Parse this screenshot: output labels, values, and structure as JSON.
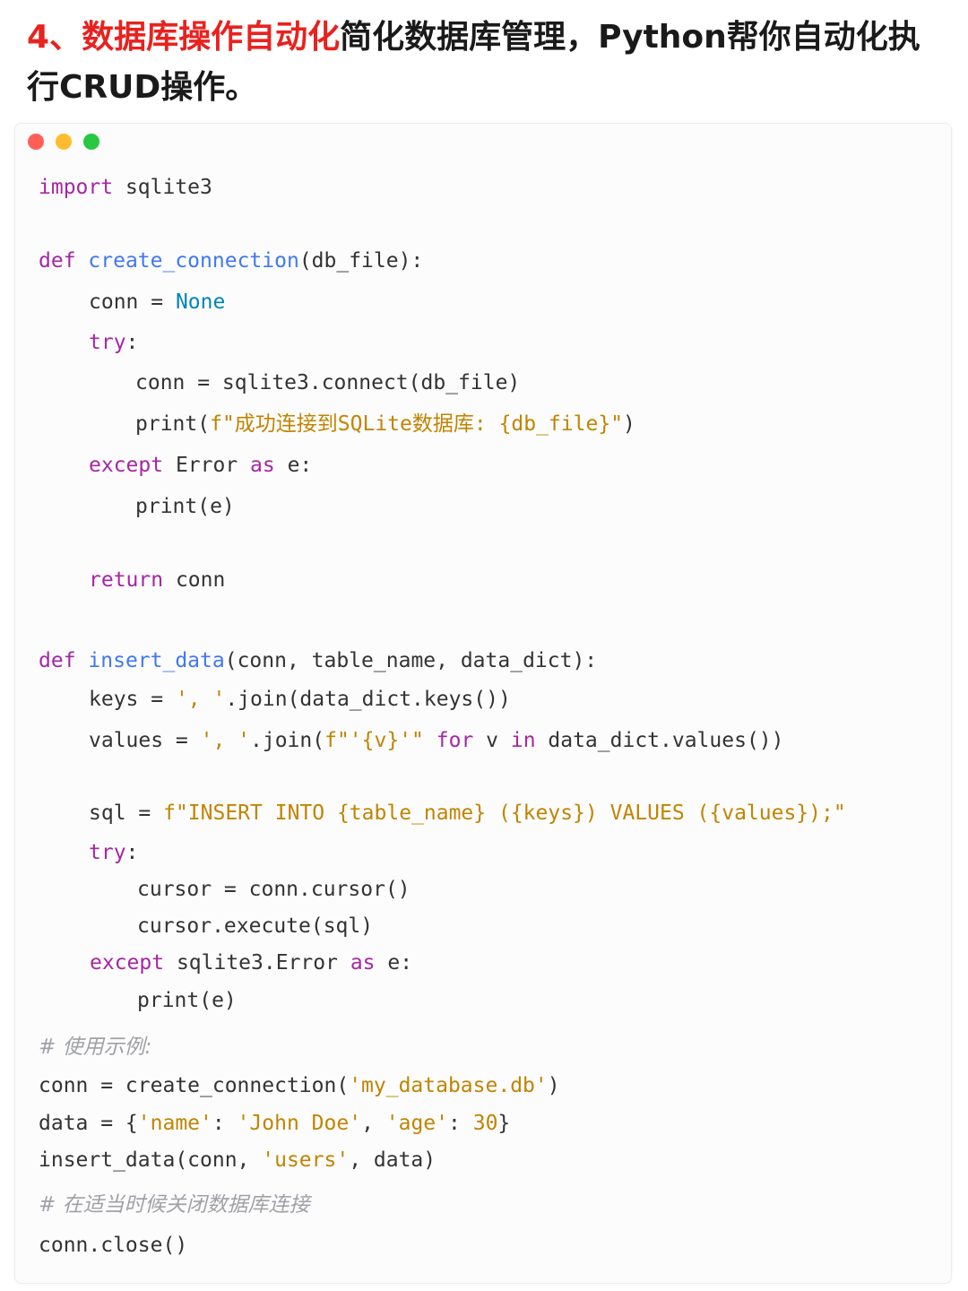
{
  "heading": {
    "number": "4、",
    "highlight": "数据库操作自动化",
    "rest": "简化数据库管理，Python帮你自动化执行CRUD操作。"
  },
  "colors": {
    "heading_highlight": "#e8221f",
    "keyword": "#a626a4",
    "function": "#4078f2",
    "builtin": "#0184bc",
    "string": "#c18401",
    "comment": "#a0a1a7",
    "text": "#333333"
  },
  "window_controls": [
    "close-dot",
    "minimize-dot",
    "maximize-dot"
  ],
  "code": {
    "l1_kw": "import",
    "l1_rest": " sqlite3",
    "l2_kw": "def",
    "l2_fn": "create_connection",
    "l2_rest": "(db_file):",
    "l3_a": "conn = ",
    "l3_none": "None",
    "l4_kw": "try",
    "l4_rest": ":",
    "l5": "conn = sqlite3.connect(db_file)",
    "l6_a": "print(",
    "l6_str": "f\"成功连接到SQLite数据库: {db_file}\"",
    "l6_b": ")",
    "l7_kw": "except",
    "l7_mid": " Error ",
    "l7_as": "as",
    "l7_rest": " e:",
    "l8": "print(e)",
    "l9_kw": "return",
    "l9_rest": " conn",
    "l10_kw": "def",
    "l10_fn": "insert_data",
    "l10_rest": "(conn, table_name, data_dict):",
    "l11_a": "keys = ",
    "l11_str": "', '",
    "l11_b": ".join(data_dict.keys())",
    "l12_a": "values = ",
    "l12_str1": "', '",
    "l12_b": ".join(",
    "l12_str2": "f\"'{v}'\"",
    "l12_for": "for",
    "l12_c": " v ",
    "l12_in": "in",
    "l12_d": " data_dict.values())",
    "l13_a": "sql = ",
    "l13_str": "f\"INSERT INTO {table_name} ({keys}) VALUES ({values});\"",
    "l14_kw": "try",
    "l14_rest": ":",
    "l15": "cursor = conn.cursor()",
    "l16": "cursor.execute(sql)",
    "l17_kw": "except",
    "l17_mid": " sqlite3.Error ",
    "l17_as": "as",
    "l17_rest": " e:",
    "l18": "print(e)",
    "l19_cm": "# 使用示例:",
    "l20_a": "conn = create_connection(",
    "l20_str": "'my_database.db'",
    "l20_b": ")",
    "l21_a": "data = {",
    "l21_s1": "'name'",
    "l21_b": ": ",
    "l21_s2": "'John Doe'",
    "l21_c": ", ",
    "l21_s3": "'age'",
    "l21_d": ": ",
    "l21_num": "30",
    "l21_e": "}",
    "l22_a": "insert_data(conn, ",
    "l22_str": "'users'",
    "l22_b": ", data)",
    "l23_cm": "# 在适当时候关闭数据库连接",
    "l24": "conn.close()"
  }
}
